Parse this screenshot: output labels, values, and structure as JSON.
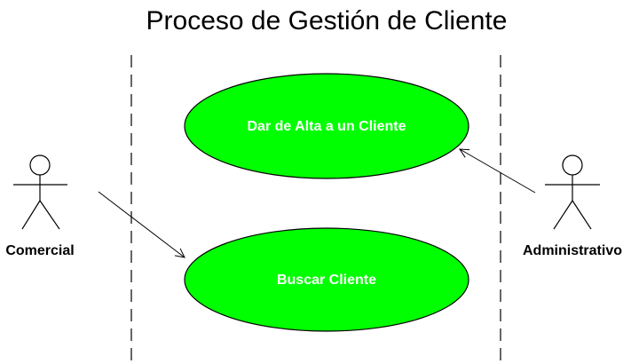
{
  "diagram": {
    "title": "Proceso de Gestión de Cliente",
    "usecase_fill": "#00ff00",
    "usecase_stroke": "#000000",
    "usecase_text_color": "#ffffff",
    "actors": [
      {
        "id": "comercial",
        "label": "Comercial"
      },
      {
        "id": "administrativo",
        "label": "Administrativo"
      }
    ],
    "use_cases": [
      {
        "id": "alta",
        "label": "Dar de Alta a un Cliente"
      },
      {
        "id": "buscar",
        "label": "Buscar Cliente"
      }
    ],
    "associations": [
      {
        "from": "comercial",
        "to": "buscar"
      },
      {
        "from": "administrativo",
        "to": "alta"
      }
    ]
  }
}
